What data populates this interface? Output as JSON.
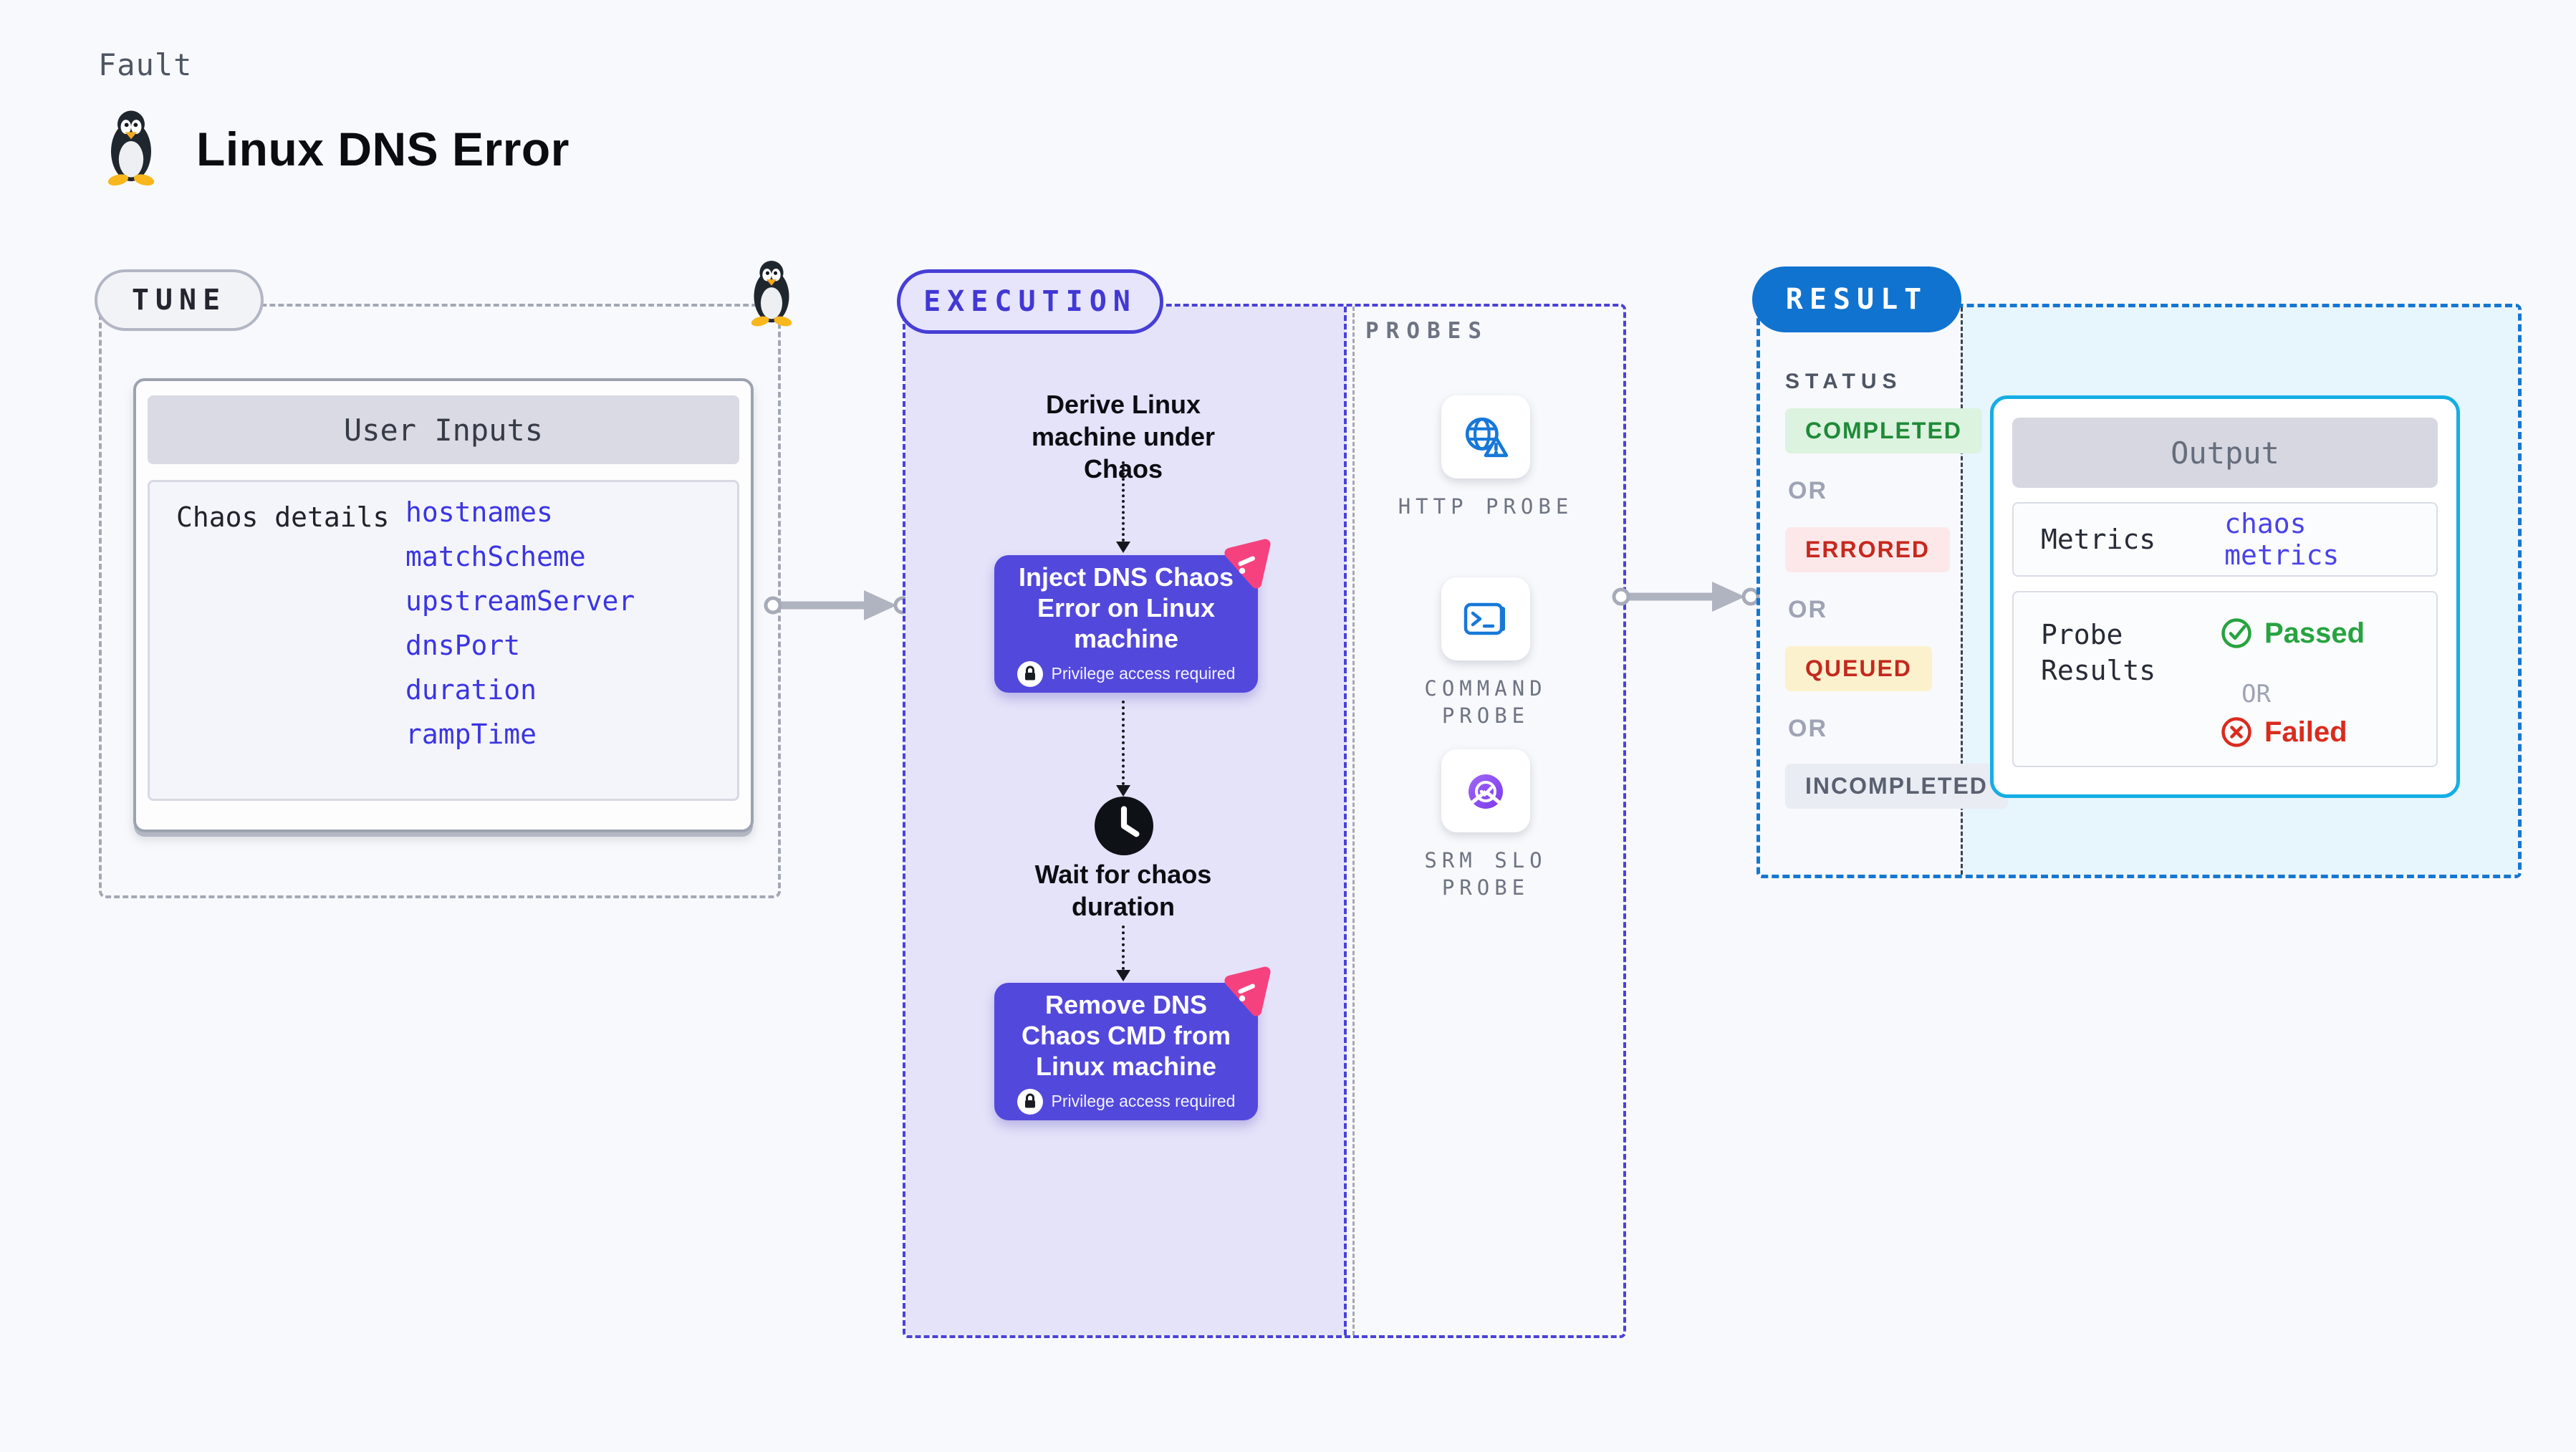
{
  "header": {
    "kicker": "Fault",
    "title": "Linux DNS Error"
  },
  "tune": {
    "label": "TUNE",
    "card_title": "User Inputs",
    "row_label": "Chaos details",
    "inputs": [
      "hostnames",
      "matchScheme",
      "upstreamServer",
      "dnsPort",
      "duration",
      "rampTime"
    ]
  },
  "execution": {
    "label": "EXECUTION",
    "derive_step": "Derive Linux machine under Chaos",
    "inject_step": "Inject DNS Chaos Error on Linux machine",
    "wait_step": "Wait for chaos duration",
    "remove_step": "Remove DNS Chaos CMD from Linux machine",
    "privilege_note": "Privilege access required"
  },
  "probes": {
    "label": "PROBES",
    "items": [
      {
        "name": "HTTP PROBE",
        "icon": "globe-alert-icon"
      },
      {
        "name": "COMMAND PROBE",
        "icon": "terminal-icon"
      },
      {
        "name": "SRM SLO PROBE",
        "icon": "slo-pie-icon"
      }
    ]
  },
  "result": {
    "label": "RESULT",
    "status_label": "STATUS",
    "or_label": "OR",
    "statuses": [
      {
        "text": "COMPLETED",
        "color": "#1F8A38",
        "bg": "#DCF3DF"
      },
      {
        "text": "ERRORED",
        "color": "#C6281E",
        "bg": "#FCE8E8"
      },
      {
        "text": "QUEUED",
        "color": "#C3291E",
        "bg": "#FCF1CD"
      },
      {
        "text": "INCOMPLETED",
        "color": "#596070",
        "bg": "#EAECF3"
      }
    ],
    "output": {
      "title": "Output",
      "metrics_label": "Metrics",
      "metrics_value": "chaos metrics",
      "probe_results_label": "Probe Results",
      "passed": "Passed",
      "or": "OR",
      "failed": "Failed"
    }
  },
  "colors": {
    "page_bg": "#F8F9FC",
    "tune_dash": "#A3A8B4",
    "execution_accent": "#4A42D8",
    "execution_fill": "#E5E3F9",
    "node_bg": "#5348DC",
    "node_badge_pink": "#F5427E",
    "probe_blue": "#1778D8",
    "probe_purple": "#8B5CF6",
    "result_accent": "#1677D2",
    "result_fill": "#E7F5FD",
    "output_border": "#15AEE4",
    "code_blue": "#3B35E3",
    "passed_green": "#27A33F",
    "failed_red": "#DA2B1D"
  }
}
